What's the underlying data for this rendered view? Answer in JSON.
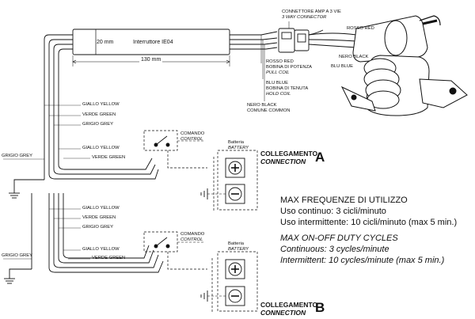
{
  "module": {
    "width_label": "20 mm",
    "name": "Interruttore IE04",
    "length_label": "130 mm"
  },
  "connector": {
    "label_it": "CONNETTORE AMP A 3 VIE",
    "label_en": "3 WAY CONNECTOR"
  },
  "solenoid_wires": {
    "red_top": "ROSSO RED",
    "black": "NERO BLACK",
    "blue": "BLU BLUE",
    "red_it": "ROSSO RED",
    "red_desc_it": "BOBINA DI POTENZA",
    "red_desc_en": "PULL COIL",
    "blue_it": "BLU BLUE",
    "blue_desc_it": "BOBINA DI TENUTA",
    "blue_desc_en": "HOLD COIL",
    "black_it": "NERO BLACK",
    "black_desc": "COMUNE COMMON"
  },
  "wire_labels": {
    "yellow": "GIALLO YELLOW",
    "green": "VERDE GREEN",
    "grey": "GRIGIO GREY"
  },
  "control": {
    "label_it": "COMANDO",
    "label_en": "CONTROL"
  },
  "battery": {
    "label_it": "Batteria",
    "label_en": "BATTERY"
  },
  "connection_a": {
    "it": "COLLEGAMENTO",
    "en": "CONNECTION",
    "letter": "A"
  },
  "connection_b": {
    "it": "COLLEGAMENTO",
    "en": "CONNECTION",
    "letter": "B"
  },
  "duty": {
    "title_it": "MAX FREQUENZE DI UTILIZZO",
    "line1_it": "Uso continuo: 3 cicli/minuto",
    "line2_it": "Uso intermittente: 10 cicli/minuto (max 5 min.)",
    "title_en": "MAX ON-OFF DUTY CYCLES",
    "line1_en": "Continuous: 3 cycles/minute",
    "line2_en": "Intermittent: 10 cycles/minute (max 5 min.)"
  }
}
